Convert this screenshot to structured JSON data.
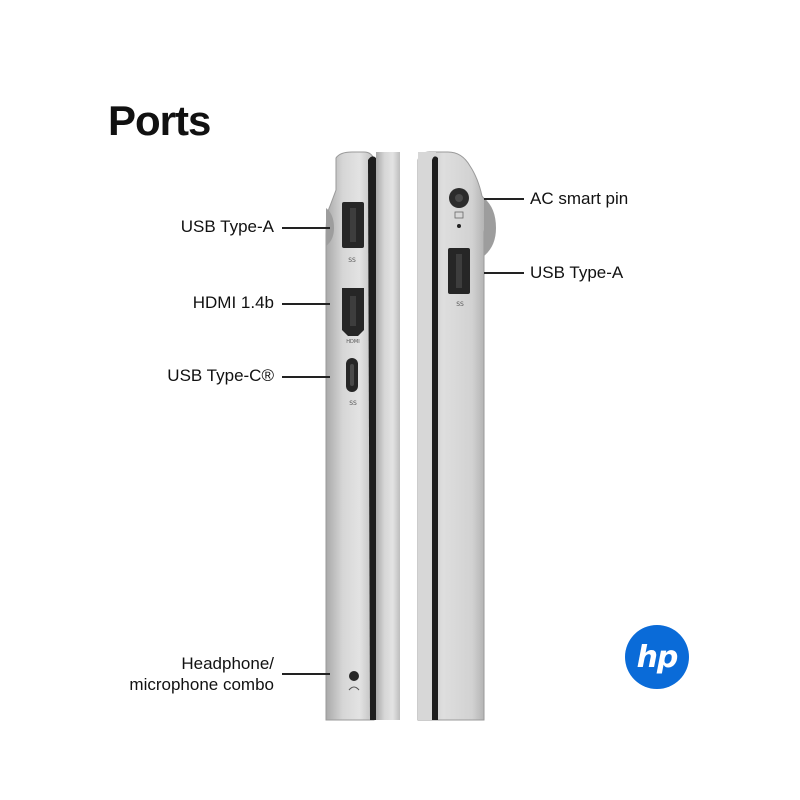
{
  "title": "Ports",
  "left_side": {
    "usb_a": "USB Type-A",
    "hdmi": "HDMI 1.4b",
    "usb_c": "USB Type-C®",
    "headphone_line1": "Headphone/",
    "headphone_line2": "microphone combo"
  },
  "right_side": {
    "ac_pin": "AC smart pin",
    "usb_a": "USB Type-A"
  },
  "port_markings": {
    "ss": "SS",
    "hdmi": "HDMI",
    "ss_right": "SS"
  },
  "logo": {
    "text": "hp",
    "color": "#0a6bd8"
  },
  "colors": {
    "chassis": "#c9c9c9",
    "gap": "#1d1d1d",
    "port": "#2a2a2a"
  }
}
